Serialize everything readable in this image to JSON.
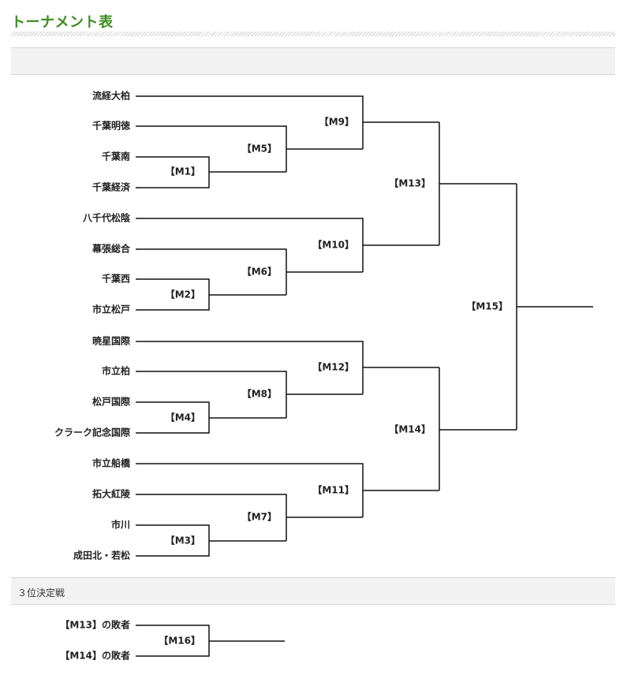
{
  "page": {
    "title": "トーナメント表"
  },
  "sections": {
    "main_header": "",
    "third_place_header": "３位決定戦"
  },
  "teams": [
    "流経大柏",
    "千葉明徳",
    "千葉南",
    "千葉経済",
    "八千代松陰",
    "幕張総合",
    "千葉西",
    "市立松戸",
    "暁星国際",
    "市立柏",
    "松戸国際",
    "クラーク記念国際",
    "市立船橋",
    "拓大紅陵",
    "市川",
    "成田北・若松"
  ],
  "matches": {
    "m1": "【M1】",
    "m2": "【M2】",
    "m3": "【M3】",
    "m4": "【M4】",
    "m5": "【M5】",
    "m6": "【M6】",
    "m7": "【M7】",
    "m8": "【M8】",
    "m9": "【M9】",
    "m10": "【M10】",
    "m11": "【M11】",
    "m12": "【M12】",
    "m13": "【M13】",
    "m14": "【M14】",
    "m15": "【M15】",
    "m16": "【M16】"
  },
  "third_place": {
    "entrant1": "【M13】の敗者",
    "entrant2": "【M14】の敗者"
  }
}
